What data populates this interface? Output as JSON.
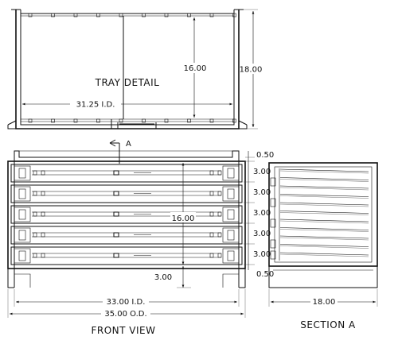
{
  "tray_detail": {
    "title": "TRAY DETAIL",
    "width_dim": "31.25 I.D.",
    "depth_dim": "16.00",
    "overall_dim": "18.00"
  },
  "front_view": {
    "title": "FRONT VIEW",
    "section_marker": "A",
    "top_gap": "0.50",
    "pitch_labels": [
      "3.00",
      "3.00",
      "3.00",
      "3.00",
      "3.00"
    ],
    "bottom_gap": "0.50",
    "height_dim": "16.00",
    "base_dim": "3.00",
    "inner_width": "33.00 I.D.",
    "outer_width": "35.00 O.D."
  },
  "section_a": {
    "title": "SECTION A",
    "depth_dim": "18.00"
  }
}
